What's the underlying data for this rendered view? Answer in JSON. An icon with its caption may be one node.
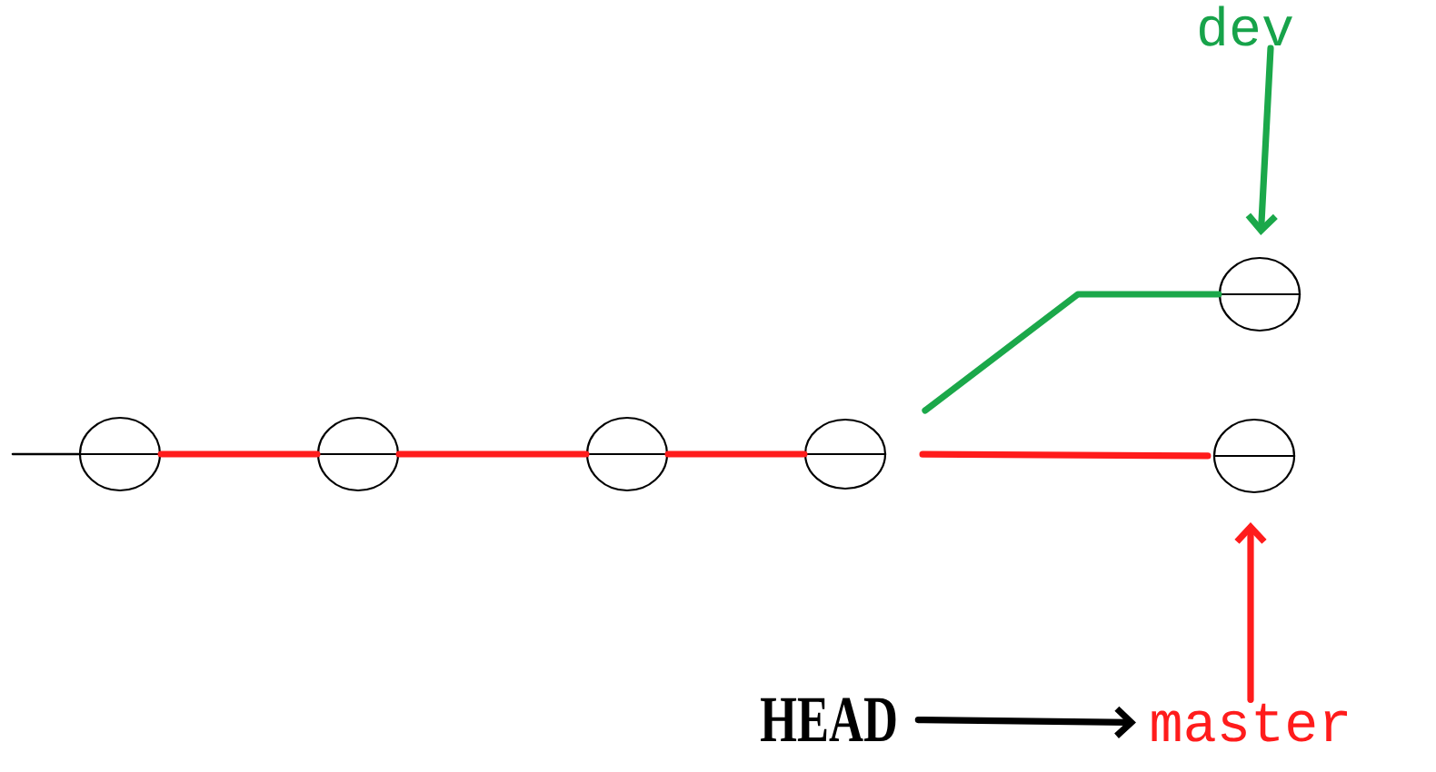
{
  "diagram": {
    "nodes": [
      {
        "text": [],
        "shape": "circle"
      },
      {
        "text": [],
        "shape": "circle"
      },
      {
        "text": [],
        "shape": "circle"
      },
      {
        "text": [],
        "shape": "circle"
      },
      {
        "text": [],
        "shape": "circle"
      },
      {
        "text": [],
        "shape": "circle"
      },
      {
        "text": [
          "dev"
        ]
      },
      {
        "text": [
          "HEAD"
        ]
      },
      {
        "text": [
          "master"
        ]
      }
    ],
    "edges": [
      {
        "from": null,
        "to": 0,
        "arrow": "none",
        "color": "#000000"
      },
      {
        "from": 0,
        "to": 1,
        "arrow": "none"
      },
      {
        "from": 1,
        "to": 2,
        "arrow": "none"
      },
      {
        "from": 2,
        "to": 3,
        "arrow": "none"
      },
      {
        "from": 3,
        "to": 4,
        "arrow": "none",
        "color": "#1ba84a"
      },
      {
        "from": 3,
        "to": 5,
        "arrow": "none"
      },
      {
        "from": 6,
        "to": 4,
        "arrow": "to",
        "color": "#1ba84a"
      },
      {
        "from": 8,
        "to": 5,
        "arrow": "to"
      },
      {
        "from": 7,
        "to": 8,
        "arrow": "to",
        "color": "#000000"
      }
    ]
  }
}
